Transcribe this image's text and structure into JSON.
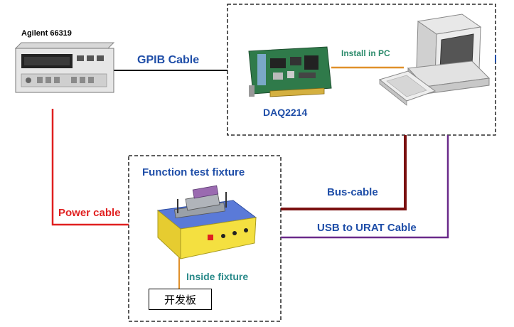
{
  "labels": {
    "agilent": "Agilent 66319",
    "gpib": "GPIB Cable",
    "install": "Install in PC",
    "daq": "DAQ2214",
    "fixture_title": "Function test fixture",
    "bus": "Bus-cable",
    "power": "Power cable",
    "usb": "USB to URAT Cable",
    "inside": "Inside fixture",
    "board": "开发板"
  },
  "colors": {
    "label_blue": "#1f4ea8",
    "power_red": "#e02020",
    "bus_maroon": "#7a1010",
    "usb_purple": "#6a2a8a",
    "install_green": "#2a8a6a",
    "inside_teal": "#2a8a8a",
    "cable_orange": "#e0902a",
    "gpib_black": "#000000"
  },
  "icons": [
    "power-supply-icon",
    "daq-card-icon",
    "pc-icon",
    "test-fixture-icon"
  ]
}
